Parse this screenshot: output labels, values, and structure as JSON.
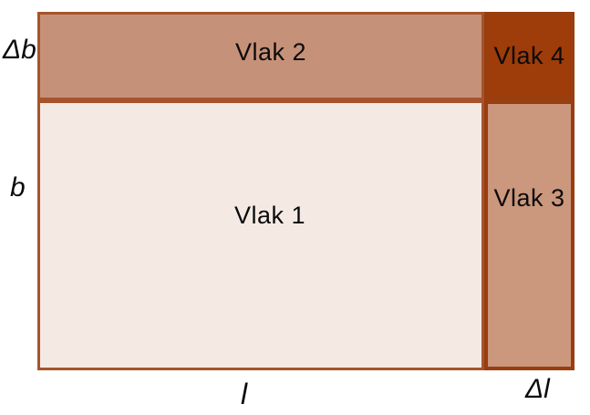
{
  "diagram": {
    "type": "area-decomposition-rectangle",
    "regions": {
      "vlak1": {
        "label": "Vlak 1",
        "fill": "#f5eae3",
        "border": "#a5542b"
      },
      "vlak2": {
        "label": "Vlak 2",
        "fill": "#c69179",
        "border": "#a5542b"
      },
      "vlak3": {
        "label": "Vlak 3",
        "fill": "#cb977d",
        "border": "#983e10"
      },
      "vlak4": {
        "label": "Vlak 4",
        "fill": "#9e3c0a",
        "border": "#983e10"
      }
    },
    "dimension_labels": {
      "delta_b": "Δb",
      "b": "b",
      "l": "l",
      "delta_l": "Δl"
    },
    "text_color": "#0b0b0b",
    "background": "#ffffff"
  }
}
